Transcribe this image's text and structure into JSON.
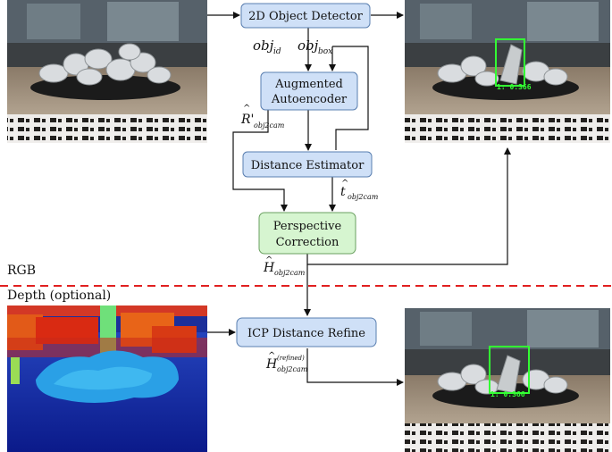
{
  "colors": {
    "box_blue_fill": "#cfe0f7",
    "box_blue_stroke": "#5a7fb0",
    "box_green_fill": "#d6f5d0",
    "box_green_stroke": "#6aa060",
    "divider": "#e02020",
    "detection_box": "#33ff33"
  },
  "nodes": {
    "detector": "2D Object Detector",
    "autoencoder_line1": "Augmented",
    "autoencoder_line2": "Autoencoder",
    "distance": "Distance Estimator",
    "perspective_line1": "Perspective",
    "perspective_line2": "Correction",
    "icp": "ICP Distance Refine"
  },
  "edge_labels": {
    "obj_id": {
      "base": "obj",
      "sub": "id"
    },
    "obj_box": {
      "base": "obj",
      "sub": "box"
    },
    "r_hat": {
      "base": "R'",
      "hat": "^",
      "sub": "obj2cam"
    },
    "t_hat": {
      "base": "t",
      "hat": "^",
      "sub": "obj2cam"
    },
    "h_hat": {
      "base": "H",
      "hat": "^",
      "sub": "obj2cam"
    },
    "h_refined": {
      "base": "H",
      "hat": "^",
      "sub": "obj2cam",
      "sup": "(refined)"
    }
  },
  "modality_labels": {
    "rgb": "RGB",
    "depth": "Depth (optional)"
  },
  "detections": {
    "top_score": "1: 0.366",
    "bottom_score": "1: 0.366"
  }
}
